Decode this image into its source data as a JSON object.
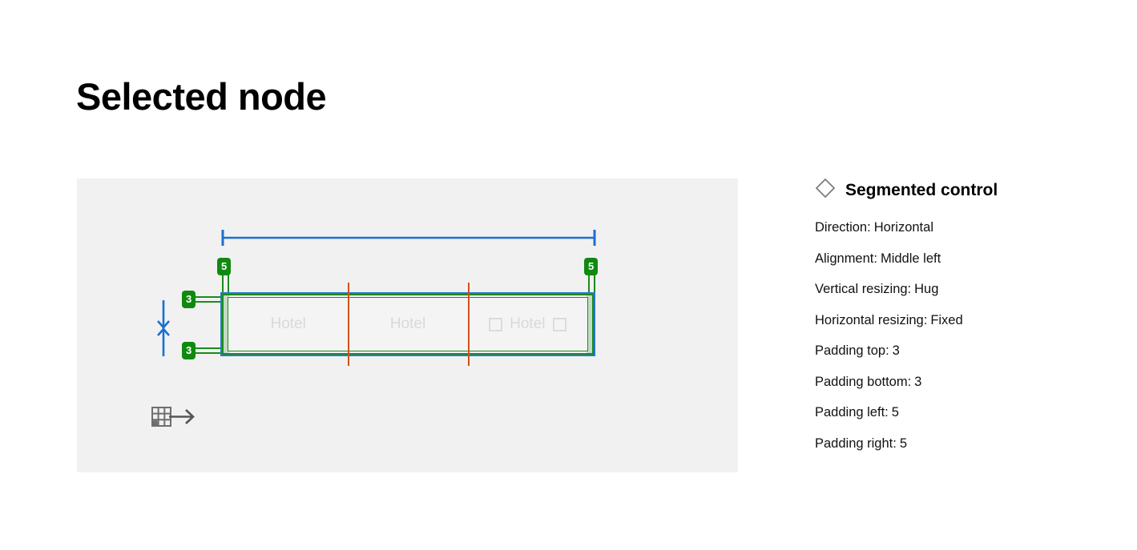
{
  "page": {
    "title": "Selected node"
  },
  "canvas": {
    "direction_icon": "grid-arrow-icon",
    "vertical_resize_icon": "vertical-collapse-arrow-icon",
    "width_ruler_icon": "width-measure-line",
    "segments": [
      {
        "label": "Hotel",
        "has_left_check": false,
        "has_right_check": false
      },
      {
        "label": "Hotel",
        "has_left_check": false,
        "has_right_check": false
      },
      {
        "label": "Hotel",
        "has_left_check": true,
        "has_right_check": true
      }
    ],
    "badges": {
      "padding_left": "5",
      "padding_right": "5",
      "padding_top": "3",
      "padding_bottom": "3"
    }
  },
  "panel": {
    "icon": "diamond-component-icon",
    "title": "Segmented control",
    "properties": [
      {
        "label": "Direction:",
        "value": "Horizontal"
      },
      {
        "label": "Alignment:",
        "value": "Middle left"
      },
      {
        "label": "Vertical resizing:",
        "value": "Hug"
      },
      {
        "label": "Horizontal resizing:",
        "value": "Fixed"
      },
      {
        "label": "Padding top:",
        "value": "3"
      },
      {
        "label": "Padding bottom:",
        "value": "3"
      },
      {
        "label": "Padding left:",
        "value": "5"
      },
      {
        "label": "Padding right:",
        "value": "5"
      }
    ]
  },
  "colors": {
    "canvas_background": "#f1f1f1",
    "selection_blue": "#2877d4",
    "padding_green": "#1a8c1a",
    "badge_green": "#0f8a0f",
    "divider_orange": "#d1501a",
    "placeholder_text": "#d9d9d9"
  }
}
